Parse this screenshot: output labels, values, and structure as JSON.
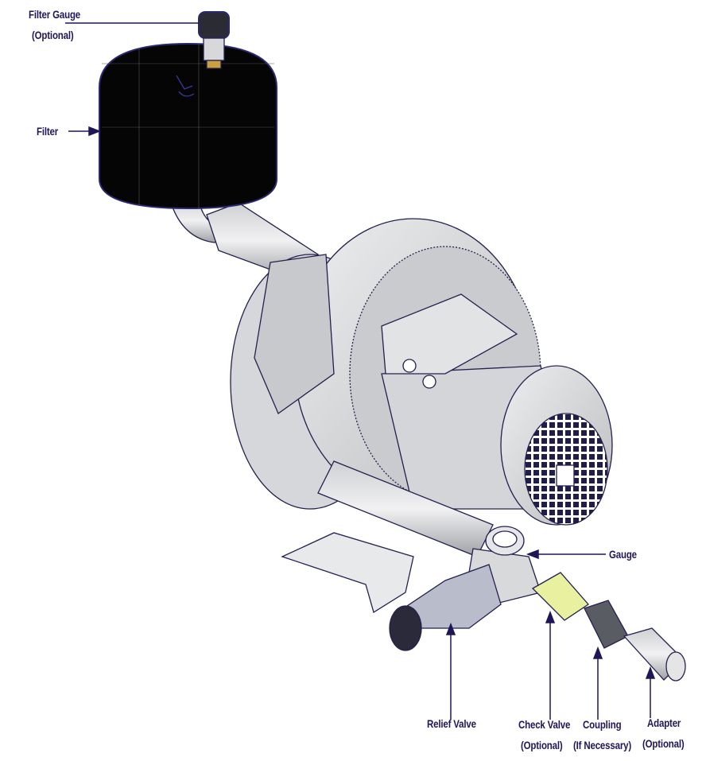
{
  "labels": {
    "filter_gauge": {
      "line1": "Filter Gauge",
      "line2": "(Optional)"
    },
    "filter": {
      "line1": "Filter"
    },
    "gauge": {
      "line1": "Gauge"
    },
    "relief_valve": {
      "line1": "Relief Valve"
    },
    "check_valve": {
      "line1": "Check Valve",
      "line2": "(Optional)"
    },
    "coupling": {
      "line1": "Coupling",
      "line2": "(If Necessary)"
    },
    "adapter": {
      "line1": "Adapter",
      "line2": "(Optional)"
    }
  },
  "colors": {
    "label": "#1f1656",
    "outline": "#24204f",
    "body": "#d9dadc",
    "filter": "#050505",
    "check_valve": "#e9f0a0"
  }
}
